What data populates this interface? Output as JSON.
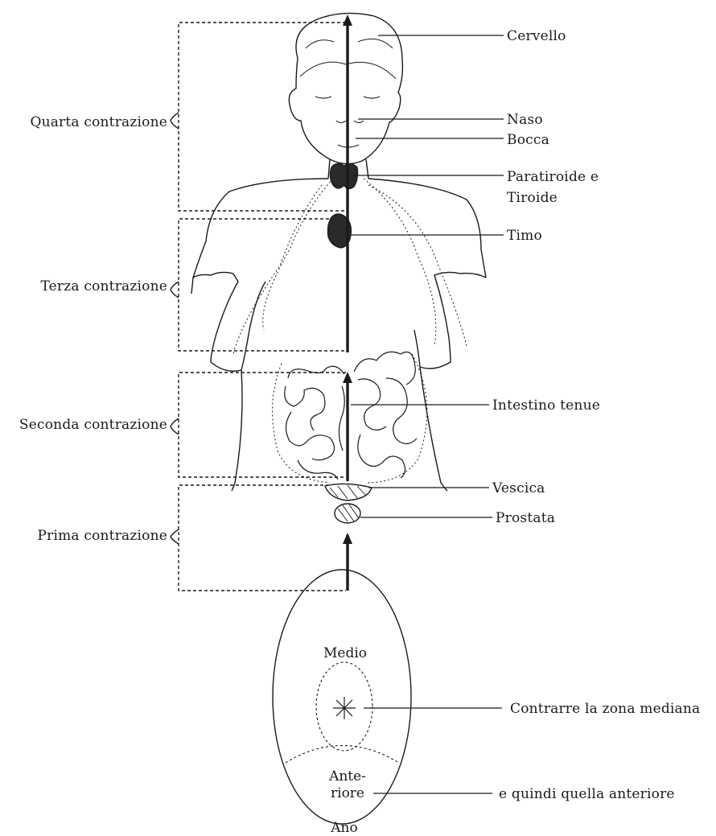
{
  "stages": [
    {
      "label": "Quarta contrazione"
    },
    {
      "label": "Terza contrazione"
    },
    {
      "label": "Seconda contrazione"
    },
    {
      "label": "Prima contrazione"
    }
  ],
  "organs": [
    {
      "label": "Cervello"
    },
    {
      "label": "Naso"
    },
    {
      "label": "Bocca"
    },
    {
      "label": "Paratiroide e"
    },
    {
      "label": "Tiroide"
    },
    {
      "label": "Timo"
    },
    {
      "label": "Intestino tenue"
    },
    {
      "label": "Vescica"
    },
    {
      "label": "Prostata"
    }
  ],
  "perineum": {
    "middle_label": "Medio",
    "front_label_1": "Ante-",
    "front_label_2": "riore",
    "anus_label": "Ano",
    "instruction_1": "Contrarre la zona mediana",
    "instruction_2": "e quindi quella anteriore"
  },
  "colors": {
    "ink": "#1a1a1a",
    "paper": "#ffffff",
    "organ_fill": "#2a2a2a"
  }
}
